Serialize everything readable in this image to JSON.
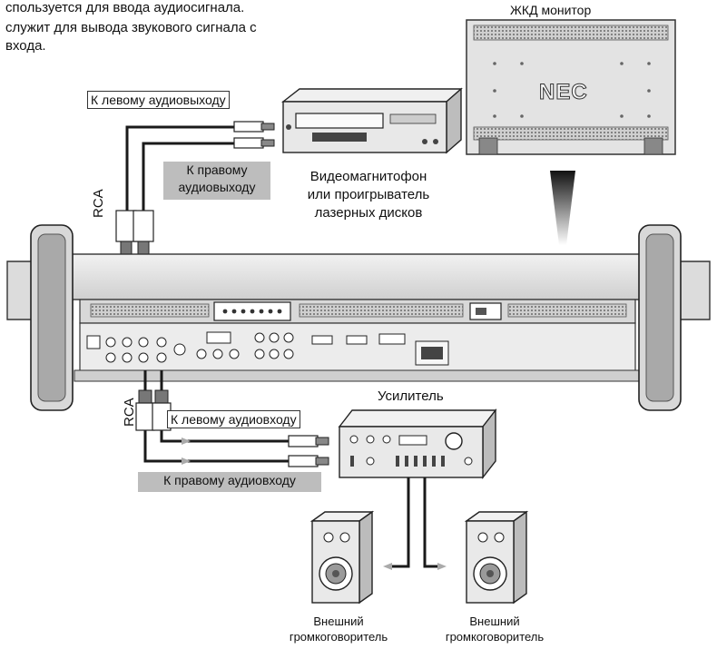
{
  "intro": {
    "line1": "спользуется для ввода аудиосигнала.",
    "line2": "служит для вывода звукового сигнала с",
    "line3": "входа."
  },
  "labels": {
    "monitor": "ЖКД монитор",
    "monitor_brand": "NEC",
    "left_audio_out": "К левому аудиовыходу",
    "right_audio_out_l1": "К правому",
    "right_audio_out_l2": "аудиовыходу",
    "vcr_l1": "Видеомагнитофон",
    "vcr_l2": "или проигрыватель",
    "vcr_l3": "лазерных дисков",
    "rca_top": "RCA",
    "rca_bottom": "RCA",
    "amplifier": "Усилитель",
    "left_audio_in": "К левому аудиовходу",
    "right_audio_in": "К правому аудиовходу",
    "speaker_left_l1": "Внешний",
    "speaker_left_l2": "громкоговоритель",
    "speaker_right_l1": "Внешний",
    "speaker_right_l2": "громкоговоритель"
  },
  "colors": {
    "device_body": "#e6e6e6",
    "device_dark": "#555555",
    "cable": "#1a1a1a",
    "label_grey": "#bdbdbd"
  }
}
